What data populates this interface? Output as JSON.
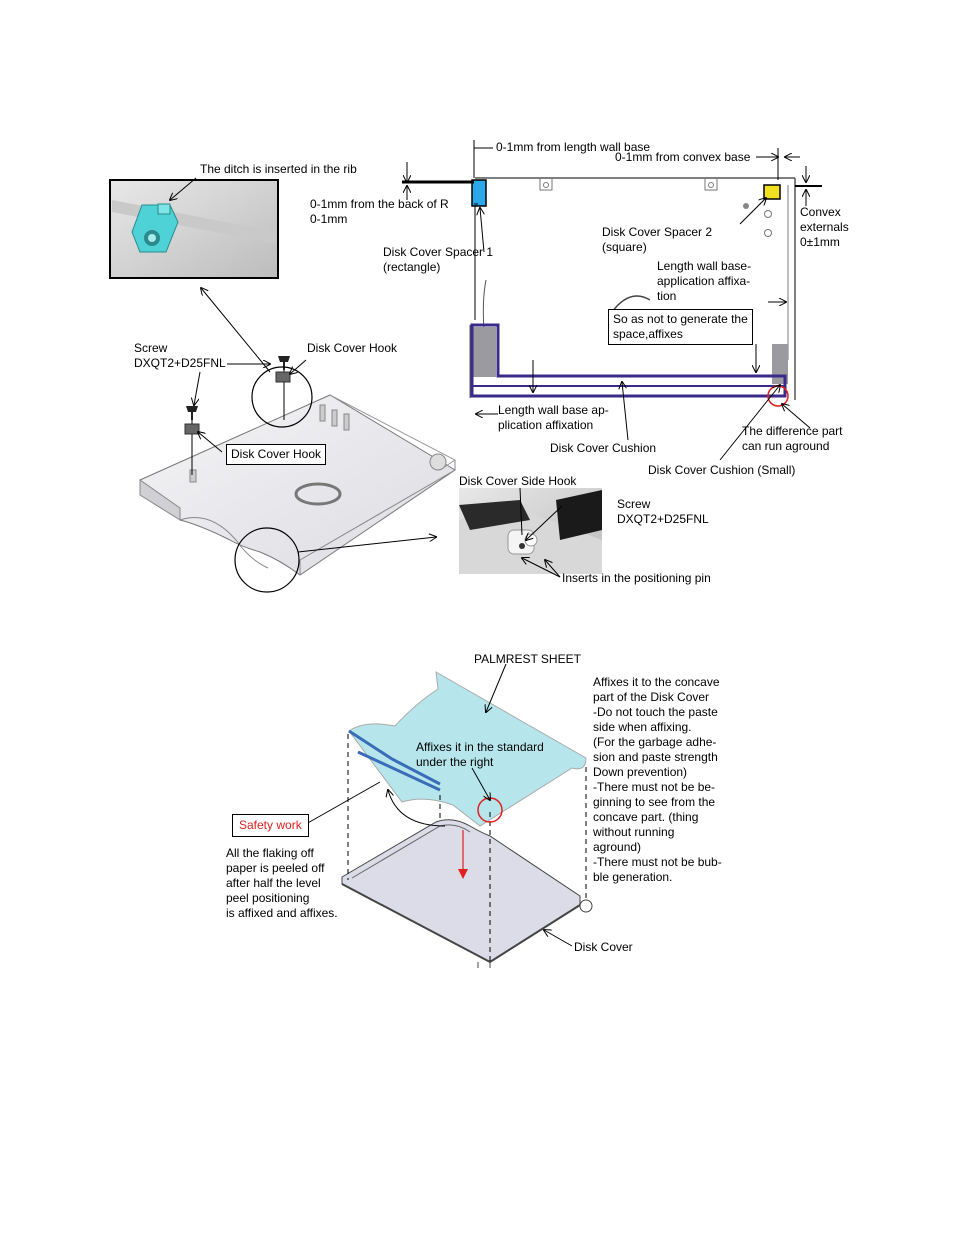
{
  "colors": {
    "spacer1": "#2aa8e8",
    "spacer2": "#f0e020",
    "cushion": "#3a2a8a",
    "sheet": "#b6e6ec",
    "highlight": "#e02020",
    "hookTeal": "#4fd2d6"
  },
  "icons": [
    "screw-icon",
    "hook-part-icon",
    "magnifier-circle-icon"
  ],
  "top": {
    "ditch_label": "The ditch is inserted in the rib",
    "screw1_label": "Screw\nDXQT2+D25FNL",
    "hook_label_1": "Disk Cover Hook",
    "hook_label_2": "Disk Cover Hook",
    "len_wall_base_top": "0-1mm from length wall base",
    "convex_base": "0-1mm from convex base",
    "back_of_r": "0-1mm from the back of R\n0-1mm",
    "spacer1": "Disk Cover Spacer 1\n(rectangle)",
    "spacer2": "Disk Cover Spacer 2\n(square)",
    "convex_ext": "Convex\nexternals\n0±1mm",
    "len_wall_app": "Length wall base-\napplication affixa-\ntion",
    "no_space": "So as not to generate the\nspace,affixes",
    "len_wall_bottom": "Length wall base ap-\nplication affixation",
    "cushion": "Disk Cover Cushion",
    "difference": "The difference part\ncan run aground",
    "cushion_small": "Disk Cover Cushion (Small)",
    "side_hook": "Disk Cover Side Hook",
    "screw2_label": "Screw\nDXQT2+D25FNL",
    "positioning_pin": "Inserts in the positioning pin"
  },
  "bottom": {
    "palmrest": "PALMREST SHEET",
    "affixes_std": "Affixes it in the standard\nunder the right",
    "concave_note": "Affixes it to the concave\npart of the Disk Cover\n-Do not touch the paste\nside when affixing.\n(For the garbage adhe-\nsion and paste strength\nDown prevention)\n-There must not be be-\nginning to see from the\nconcave part. (thing\nwithout running\naground)\n-There must not be bub-\nble generation.",
    "safety": "Safety work",
    "peel_note": "All the flaking off\npaper is peeled off\nafter half the level\npeel positioning\nis affixed and affixes.",
    "disk_cover": "Disk Cover"
  }
}
